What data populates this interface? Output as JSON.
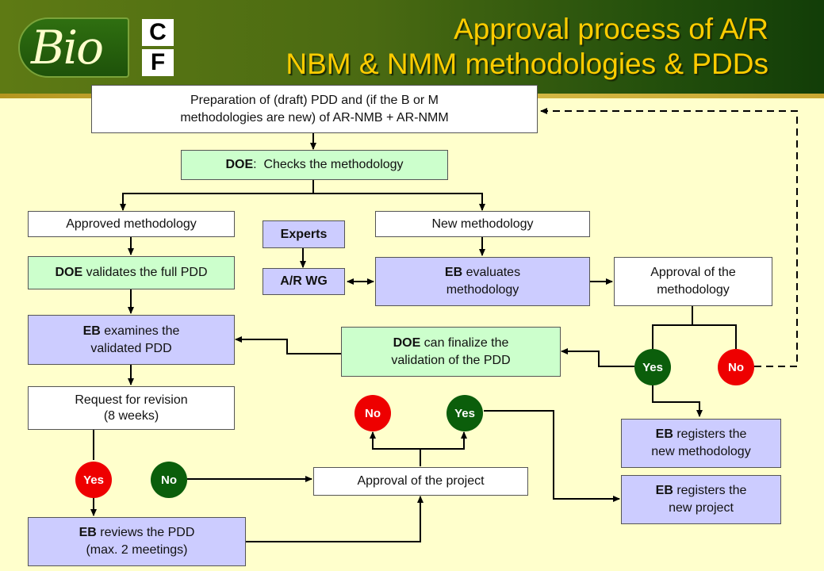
{
  "header": {
    "title_line1": "Approval process of A/R",
    "title_line2": "NBM & NMM methodologies & PDDs",
    "logo_text": "Bio",
    "logo_c": "C",
    "logo_f": "F"
  },
  "nodes": {
    "prep_line1": "Preparation of (draft) PDD and (if the B or M",
    "prep_line2": "methodologies are new) of AR-NMB + AR-NMM",
    "doe_check_bold": "DOE",
    "doe_check_rest": ":  Checks the methodology",
    "approved_meth": "Approved methodology",
    "new_meth": "New methodology",
    "experts": "Experts",
    "arwg": "A/R WG",
    "doe_validates_bold": "DOE",
    "doe_validates_rest": " validates the full PDD",
    "eb_eval_bold": "EB",
    "eb_eval_rest": " evaluates",
    "eb_eval_line2": "methodology",
    "approval_meth_line1": "Approval of the",
    "approval_meth_line2": "methodology",
    "eb_exam_bold": "EB",
    "eb_exam_rest": " examines the",
    "eb_exam_line2": "validated PDD",
    "doe_final_bold": "DOE",
    "doe_final_rest": " can finalize the",
    "doe_final_line2": "validation of the PDD",
    "request_line1": "Request for revision",
    "request_line2": "(8 weeks)",
    "eb_reg_meth_bold": "EB",
    "eb_reg_meth_rest": " registers the",
    "eb_reg_meth_line2": "new methodology",
    "approval_project": "Approval of the project",
    "eb_reg_proj_bold": "EB",
    "eb_reg_proj_rest": " registers the",
    "eb_reg_proj_line2": "new project",
    "eb_review_bold": "EB",
    "eb_review_rest": " reviews the PDD",
    "eb_review_line2": "(max. 2 meetings)"
  },
  "decisions": {
    "yes": "Yes",
    "no": "No"
  },
  "colors": {
    "background": "#ffffcc",
    "title": "#ffcc00",
    "box_lavender": "#ccccff",
    "box_green": "#ccffcc",
    "yes_red": "#ee0000",
    "dark_green": "#0b5e0b"
  }
}
